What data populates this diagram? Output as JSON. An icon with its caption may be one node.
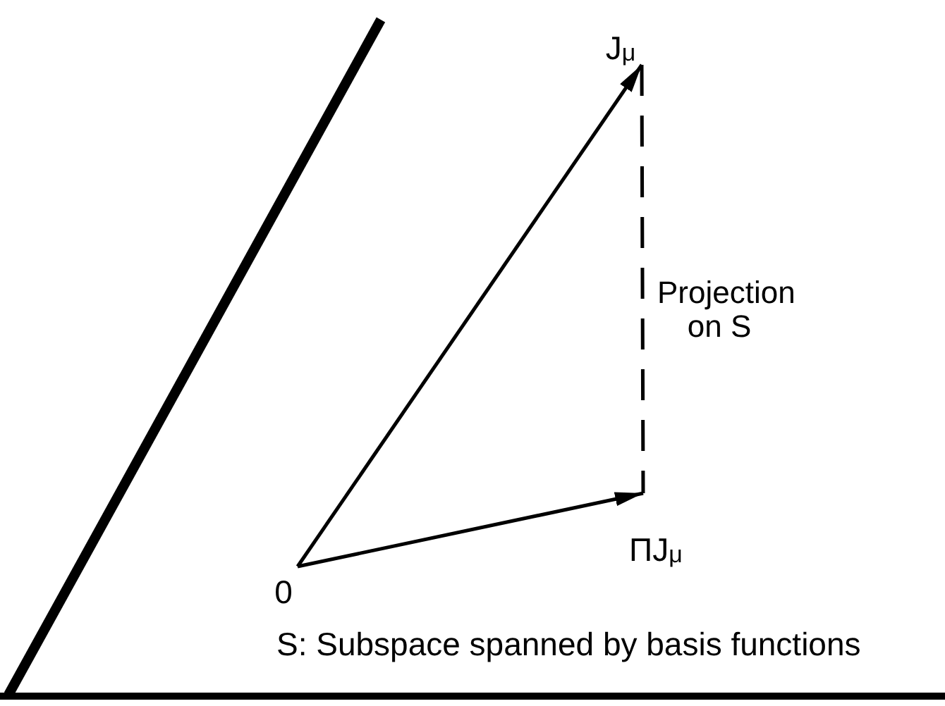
{
  "diagram": {
    "nodes": [
      {
        "text": [
          "J$_{μ}$"
        ]
      },
      {
        "text": [
          "0"
        ]
      },
      {
        "text": [
          "ΠJ$_{μ}$"
        ]
      }
    ],
    "edges": [
      {
        "from": 1,
        "to": 0,
        "arrow": "to"
      },
      {
        "from": 1,
        "to": 2,
        "arrow": "to"
      },
      {
        "from": 0,
        "to": 2,
        "arrow": "none",
        "style": "dashed",
        "label": "Projection on S"
      }
    ],
    "labels": [
      "S: Subspace spanned by basis functions"
    ]
  }
}
